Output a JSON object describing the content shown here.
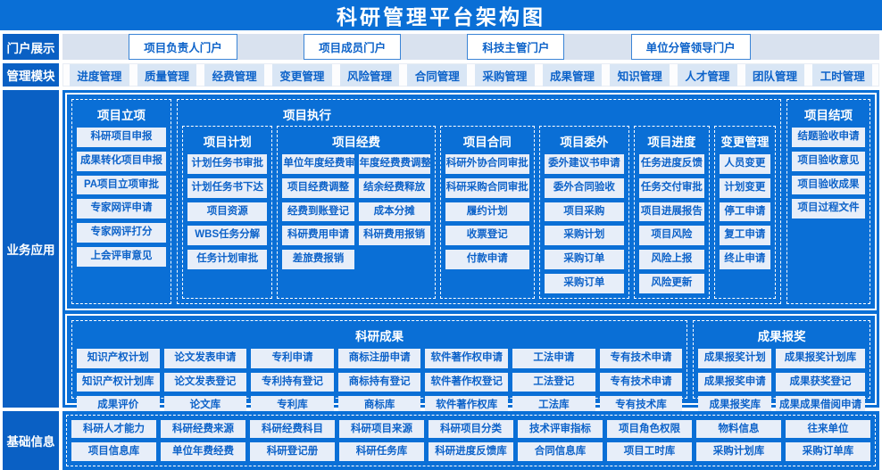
{
  "title": "科研管理平台架构图",
  "colors": {
    "primary_blue": "#0a6fd6",
    "label_blue": "#0a60c4",
    "portal_row_bg": "#d9e2ef",
    "light_box": "#d9e6f5",
    "item_box_bg": "#e7eef9",
    "box_text_blue": "#0c62c9"
  },
  "sidebar": {
    "portal_label": "门户展示",
    "modules_label": "管理模块",
    "business_label": "业务应用",
    "basic_label": "基础信息"
  },
  "portals": [
    "项目负责人门户",
    "项目成员门户",
    "科技主管门户",
    "单位分管领导门户"
  ],
  "modules": [
    "进度管理",
    "质量管理",
    "经费管理",
    "变更管理",
    "风险管理",
    "合同管理",
    "采购管理",
    "成果管理",
    "知识管理",
    "人才管理",
    "团队管理",
    "工时管理"
  ],
  "business": {
    "lixiang": {
      "title": "项目立项",
      "items": [
        "科研项目申报",
        "成果转化项目申报",
        "PA项目立项审批",
        "专家网评申请",
        "专家网评打分",
        "上会评审意见"
      ]
    },
    "zhixing": {
      "title": "项目执行",
      "groups": [
        {
          "title": "项目计划",
          "items": [
            "计划任务书审批",
            "计划任务书下达",
            "项目资源",
            "WBS任务分解",
            "任务计划审批"
          ]
        },
        {
          "title": "项目经费",
          "items": [
            "单位年度经费审批",
            "年度经费费调整",
            "项目经费调整",
            "结余经费释放",
            "经费到账登记",
            "成本分摊",
            "科研费用申请",
            "科研费用报销",
            "差旅费报销"
          ]
        },
        {
          "title": "项目合同",
          "items": [
            "科研外协合同审批",
            "科研采购合同审批",
            "履约计划",
            "收票登记",
            "付款申请"
          ]
        },
        {
          "title": "项目委外",
          "items": [
            "委外建议书申请",
            "委外合同验收",
            "项目采购",
            "采购计划",
            "采购订单",
            "采购订单"
          ]
        },
        {
          "title": "项目进度",
          "items": [
            "任务进度反馈",
            "任务交付审批",
            "项目进展报告",
            "项目风险",
            "风险上报",
            "风险更新"
          ]
        },
        {
          "title": "变更管理",
          "items": [
            "人员变更",
            "计划变更",
            "停工申请",
            "复工申请",
            "终止申请"
          ]
        }
      ]
    },
    "jiexiang": {
      "title": "项目结项",
      "items": [
        "结题验收申请",
        "项目验收意见",
        "项目验收成果",
        "项目过程文件"
      ]
    },
    "chengguo": {
      "title": "科研成果",
      "items": [
        "知识产权计划",
        "论文发表申请",
        "专利申请",
        "商标注册申请",
        "软件著作权申请",
        "工法申请",
        "专有技术申请",
        "知识产权计划库",
        "论文发表登记",
        "专利持有登记",
        "商标持有登记",
        "软件著作权登记",
        "工法登记",
        "专有技术申请",
        "成果评价",
        "论文库",
        "专利库",
        "商标库",
        "软件著作权库",
        "工法库",
        "专有技术库"
      ]
    },
    "baojiang": {
      "title": "成果报奖",
      "items": [
        "成果报奖计划",
        "成果报奖计划库",
        "成果报奖申请",
        "成果获奖登记",
        "成果报奖库",
        "成果成果借阅申请"
      ]
    }
  },
  "basic": {
    "items": [
      "科研人才能力",
      "科研经费来源",
      "科研经费科目",
      "科研项目来源",
      "科研项目分类",
      "技术评审指标",
      "项目角色权限",
      "物料信息",
      "往来单位",
      "项目信息库",
      "单位年费经费",
      "科研登记册",
      "科研任务库",
      "科研进度反馈库",
      "合同信息库",
      "项目工时库",
      "采购计划库",
      "采购订单库"
    ]
  }
}
